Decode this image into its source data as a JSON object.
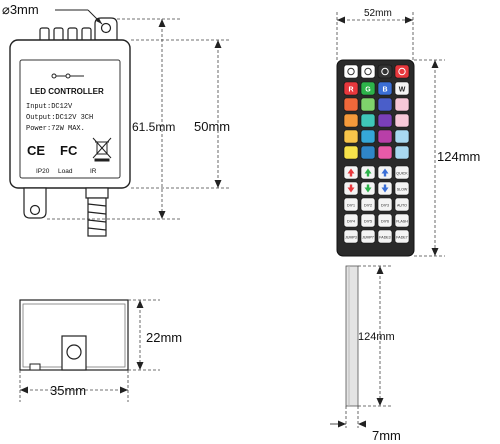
{
  "dimensions": {
    "hole": "⌀3mm",
    "controller_height_outer": "61.5mm",
    "controller_height_inner": "50mm",
    "remote_width": "52mm",
    "remote_height": "124mm",
    "side_height": "22mm",
    "side_width": "35mm",
    "remote_side_height": "124mm",
    "remote_thickness": "7mm"
  },
  "controller": {
    "title": "LED CONTROLLER",
    "input": "Input:DC12V",
    "output": "Output:DC12V 3CH",
    "power": "Power:72W MAX.",
    "ce": "CE",
    "fc": "FC",
    "ip": "IP20",
    "load": "Load",
    "ir": "IR"
  },
  "remote": {
    "top_buttons": [
      {
        "icon": "brightness-up-icon",
        "color": "#ffffff"
      },
      {
        "icon": "brightness-down-icon",
        "color": "#ffffff"
      },
      {
        "icon": "play-pause-icon",
        "color": "#333333"
      },
      {
        "icon": "power-icon",
        "color": "#e8383d"
      }
    ],
    "color_rows": [
      [
        {
          "label": "R",
          "color": "#e8383d"
        },
        {
          "label": "G",
          "color": "#2db34a"
        },
        {
          "label": "B",
          "color": "#3b6fd6"
        },
        {
          "label": "W",
          "color": "#f4f4f4"
        }
      ],
      [
        {
          "color": "#f0683a"
        },
        {
          "color": "#7fd36b"
        },
        {
          "color": "#4a5ec9"
        },
        {
          "color": "#f7c8d8"
        }
      ],
      [
        {
          "color": "#f59a3b"
        },
        {
          "color": "#3fc7b8"
        },
        {
          "color": "#7a3fb8"
        },
        {
          "color": "#f7c8d8"
        }
      ],
      [
        {
          "color": "#f7c44a"
        },
        {
          "color": "#35a7d8"
        },
        {
          "color": "#b83fa8"
        },
        {
          "color": "#a8d8f0"
        }
      ],
      [
        {
          "color": "#f7e24a"
        },
        {
          "color": "#2f86c9"
        },
        {
          "color": "#e85aa8"
        },
        {
          "color": "#a8d8f0"
        }
      ]
    ],
    "arrow_rows": [
      [
        {
          "arrow": "up",
          "color": "#e8383d"
        },
        {
          "arrow": "up",
          "color": "#2db34a"
        },
        {
          "arrow": "up",
          "color": "#3b6fd6"
        },
        {
          "label": "QUICK"
        }
      ],
      [
        {
          "arrow": "down",
          "color": "#e8383d"
        },
        {
          "arrow": "down",
          "color": "#2db34a"
        },
        {
          "arrow": "down",
          "color": "#3b6fd6"
        },
        {
          "label": "SLOW"
        }
      ]
    ],
    "text_rows": [
      [
        "DIY1",
        "DIY2",
        "DIY3",
        "AUTO"
      ],
      [
        "DIY4",
        "DIY5",
        "DIY6",
        "FLASH"
      ],
      [
        "JUMP3",
        "JUMP7",
        "FADE3",
        "FADE7"
      ]
    ]
  }
}
